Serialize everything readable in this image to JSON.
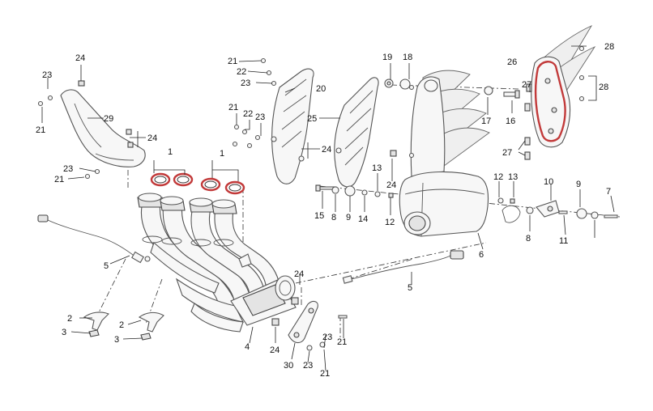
{
  "diagram": {
    "callouts": [
      {
        "id": "c1a",
        "text": "1"
      },
      {
        "id": "c1b",
        "text": "1"
      },
      {
        "id": "c2a",
        "text": "2"
      },
      {
        "id": "c2b",
        "text": "2"
      },
      {
        "id": "c3a",
        "text": "3"
      },
      {
        "id": "c3b",
        "text": "3"
      },
      {
        "id": "c4",
        "text": "4"
      },
      {
        "id": "c5a",
        "text": "5"
      },
      {
        "id": "c5b",
        "text": "5"
      },
      {
        "id": "c6",
        "text": "6"
      },
      {
        "id": "c7",
        "text": "7"
      },
      {
        "id": "c8a",
        "text": "8"
      },
      {
        "id": "c8b",
        "text": "8"
      },
      {
        "id": "c9a",
        "text": "9"
      },
      {
        "id": "c9b",
        "text": "9"
      },
      {
        "id": "c10",
        "text": "10"
      },
      {
        "id": "c11",
        "text": "11"
      },
      {
        "id": "c12a",
        "text": "12"
      },
      {
        "id": "c12b",
        "text": "12"
      },
      {
        "id": "c13a",
        "text": "13"
      },
      {
        "id": "c13b",
        "text": "13"
      },
      {
        "id": "c14",
        "text": "14"
      },
      {
        "id": "c15",
        "text": "15"
      },
      {
        "id": "c16",
        "text": "16"
      },
      {
        "id": "c17",
        "text": "17"
      },
      {
        "id": "c18",
        "text": "18"
      },
      {
        "id": "c19",
        "text": "19"
      },
      {
        "id": "c20",
        "text": "20"
      },
      {
        "id": "c21a",
        "text": "21"
      },
      {
        "id": "c21b",
        "text": "21"
      },
      {
        "id": "c21c",
        "text": "21"
      },
      {
        "id": "c21d",
        "text": "21"
      },
      {
        "id": "c21e",
        "text": "21"
      },
      {
        "id": "c21f",
        "text": "21"
      },
      {
        "id": "c22a",
        "text": "22"
      },
      {
        "id": "c22b",
        "text": "22"
      },
      {
        "id": "c23a",
        "text": "23"
      },
      {
        "id": "c23b",
        "text": "23"
      },
      {
        "id": "c23c",
        "text": "23"
      },
      {
        "id": "c23d",
        "text": "23"
      },
      {
        "id": "c23e",
        "text": "23"
      },
      {
        "id": "c23f",
        "text": "23"
      },
      {
        "id": "c24a",
        "text": "24"
      },
      {
        "id": "c24b",
        "text": "24"
      },
      {
        "id": "c24c",
        "text": "24"
      },
      {
        "id": "c24d",
        "text": "24"
      },
      {
        "id": "c24e",
        "text": "24"
      },
      {
        "id": "c24f",
        "text": "24"
      },
      {
        "id": "c25",
        "text": "25"
      },
      {
        "id": "c26",
        "text": "26"
      },
      {
        "id": "c27a",
        "text": "27"
      },
      {
        "id": "c27b",
        "text": "27"
      },
      {
        "id": "c28a",
        "text": "28"
      },
      {
        "id": "c28b",
        "text": "28"
      },
      {
        "id": "c29",
        "text": "29"
      },
      {
        "id": "c30",
        "text": "30"
      }
    ]
  }
}
